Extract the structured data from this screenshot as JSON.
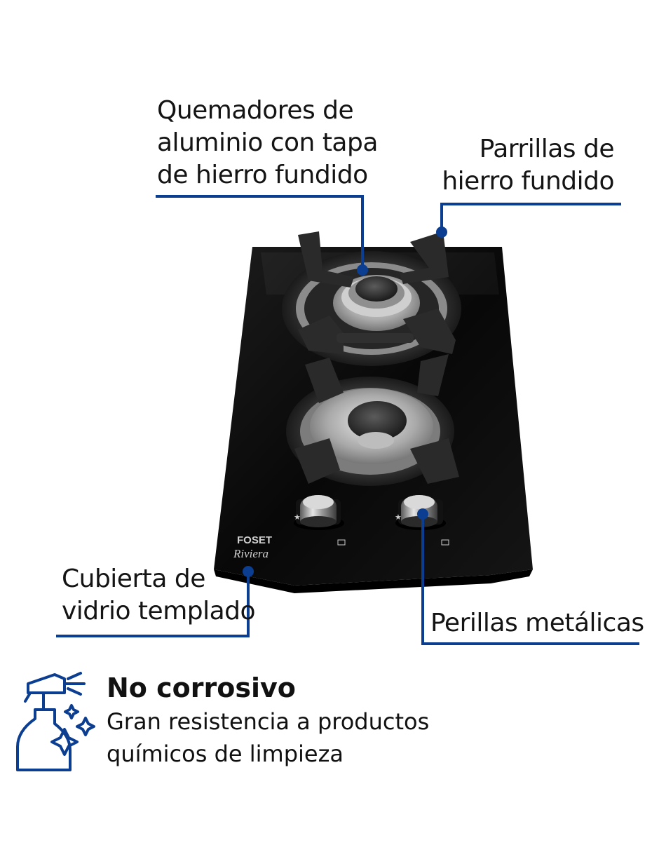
{
  "callouts": {
    "burners": [
      "Quemadores de",
      "aluminio con tapa",
      "de hierro fundido"
    ],
    "grates": [
      "Parrillas de",
      "hierro fundido"
    ],
    "glass": [
      "Cubierta de",
      "vidrio templado"
    ],
    "knobs": [
      "Perillas metálicas"
    ]
  },
  "brand": {
    "name": "FOSET",
    "model": "Riviera"
  },
  "feature": {
    "title": "No corrosivo",
    "description": [
      "Gran resistencia a productos",
      "químicos de limpieza"
    ]
  },
  "colors": {
    "accent": "#0b3d91",
    "cooktop": "#0c0c0c"
  },
  "icons": {
    "feature": "spray-bottle-icon"
  }
}
